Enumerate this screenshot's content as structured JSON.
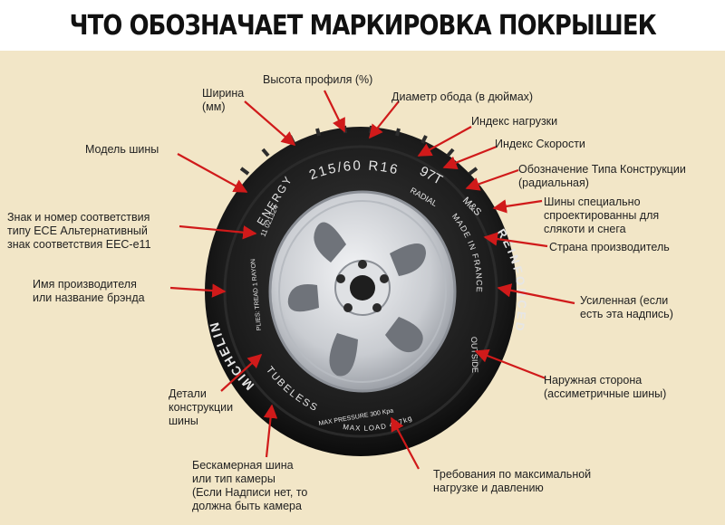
{
  "title": "ЧТО ОБОЗНАЧАЕТ МАРКИРОВКА ПОКРЫШЕК",
  "colors": {
    "background": "#f2e6c7",
    "arrow": "#d01a1a",
    "tire": "#1c1c1c",
    "rim": "#cfd2d6"
  },
  "tire_markings": {
    "size": "215/60 R16",
    "load_speed": "97T",
    "radial": "RADIAL",
    "ms": "M&S",
    "brand": "MICHELIN",
    "model": "ENERGY",
    "approval": "11 021324",
    "country": "MADE IN FRANCE",
    "reinforced": "REINFORCED",
    "outside": "OUTSIDE",
    "tubeless": "TUBELESS",
    "construction": "PLIES: TREAD 1 RAYON",
    "max_load": "MAX LOAD 487kg",
    "max_pressure": "MAX PRESSURE 300 Kpa"
  },
  "labels": {
    "height": "Высота профиля (%)",
    "width_1": "Ширина",
    "width_2": "(мм)",
    "rim_diameter": "Диаметр обода (в дюймах)",
    "load_index": "Индекс нагрузки",
    "speed_index": "Индекс Скорости",
    "construction_type_1": "Обозначение Типа Конструкции",
    "construction_type_2": "(радиальная)",
    "model": "Модель шины",
    "winter_1": "Шины специально",
    "winter_2": "спроектированны для",
    "winter_3": "слякоти и снега",
    "ece_1": "Знак и номер соответствия",
    "ece_2": "типу ECE Альтернативный",
    "ece_3": "знак соответствия EEC-e11",
    "country": "Страна производитель",
    "manufacturer_1": "Имя производителя",
    "manufacturer_2": "или название брэнда",
    "reinforced_1": "Усиленная (если",
    "reinforced_2": "есть эта надпись)",
    "outside_1": "Наружная сторона",
    "outside_2": "(ассиметричные шины)",
    "details_1": "Детали",
    "details_2": "конструкции",
    "details_3": "шины",
    "tubeless_1": "Бескамерная шина",
    "tubeless_2": "или тип камеры",
    "tubeless_3": "(Если Надписи нет, то",
    "tubeless_4": "должна быть камера",
    "max_load_1": "Требования по максимальной",
    "max_load_2": "нагрузке и давлению"
  }
}
